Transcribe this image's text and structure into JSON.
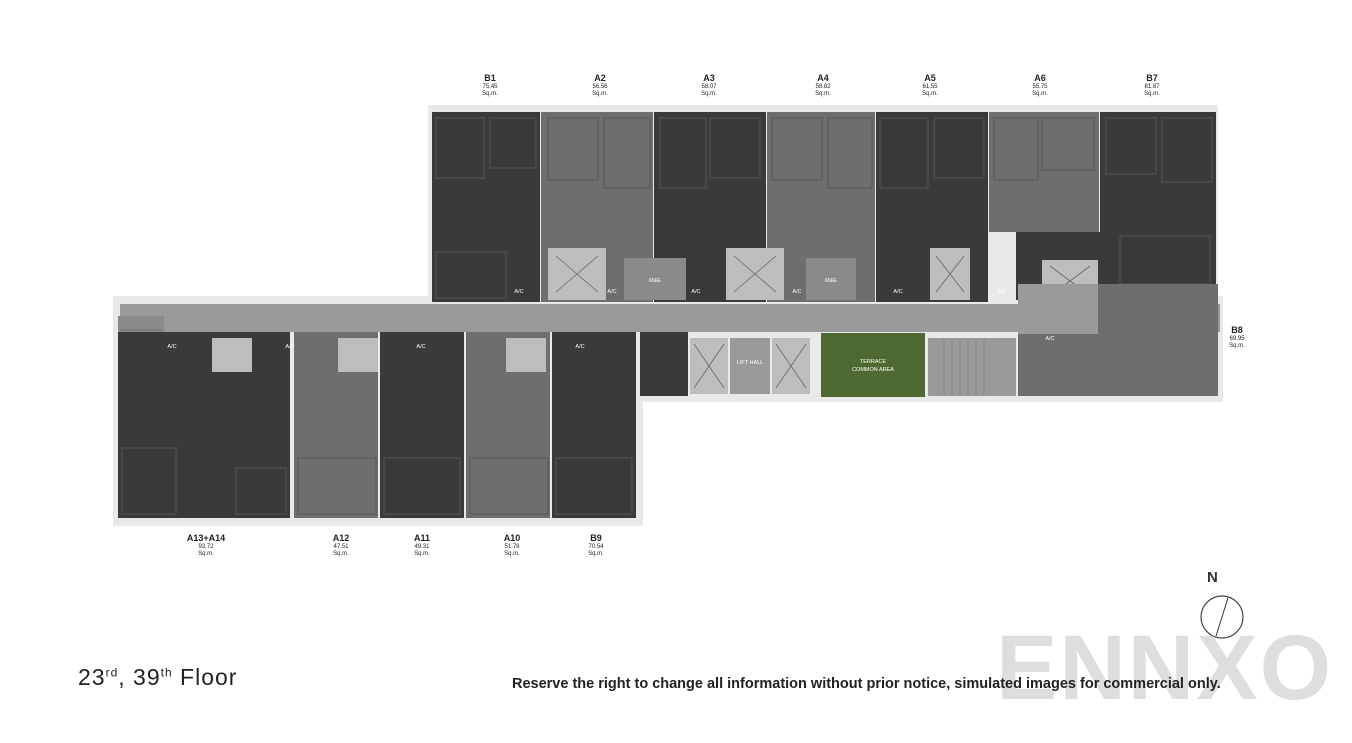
{
  "floor": {
    "title_main": "23",
    "sup1": "rd",
    "mid": ", 39",
    "sup2": "th",
    "suffix": " Floor"
  },
  "disclaimer": "Reserve the right to change all information without prior notice, simulated images for commercial only.",
  "watermark": "ENNXO",
  "compass": {
    "label": "N"
  },
  "rooms": {
    "me": "M&E",
    "ac": "A/C",
    "lift_hall": "LIFT HALL",
    "terrace_line1": "TERRACE",
    "terrace_line2": "COMMON AREA"
  },
  "units_top": [
    {
      "code": "B1",
      "area": "75.45",
      "unit": "Sq.m."
    },
    {
      "code": "A2",
      "area": "56.56",
      "unit": "Sq.m."
    },
    {
      "code": "A3",
      "area": "58.07",
      "unit": "Sq.m."
    },
    {
      "code": "A4",
      "area": "58.82",
      "unit": "Sq.m."
    },
    {
      "code": "A5",
      "area": "61.55",
      "unit": "Sq.m."
    },
    {
      "code": "A6",
      "area": "55.75",
      "unit": "Sq.m."
    },
    {
      "code": "B7",
      "area": "81.87",
      "unit": "Sq.m."
    }
  ],
  "unit_right": {
    "code": "B8",
    "area": "69.95",
    "unit": "Sq.m."
  },
  "units_bottom": [
    {
      "code": "A13+A14",
      "area": "93.72",
      "unit": "Sq.m."
    },
    {
      "code": "A12",
      "area": "47.51",
      "unit": "Sq.m."
    },
    {
      "code": "A11",
      "area": "49.31",
      "unit": "Sq.m."
    },
    {
      "code": "A10",
      "area": "51.78",
      "unit": "Sq.m."
    },
    {
      "code": "B9",
      "area": "70.54",
      "unit": "Sq.m."
    }
  ],
  "colors": {
    "unit_dark": "#3a3a3a",
    "unit_mid": "#6e6e6e",
    "corridor": "#9a9a9a",
    "terrace": "#4e6a32",
    "core": "#bdbdbd",
    "wall": "#e9e9e9"
  }
}
